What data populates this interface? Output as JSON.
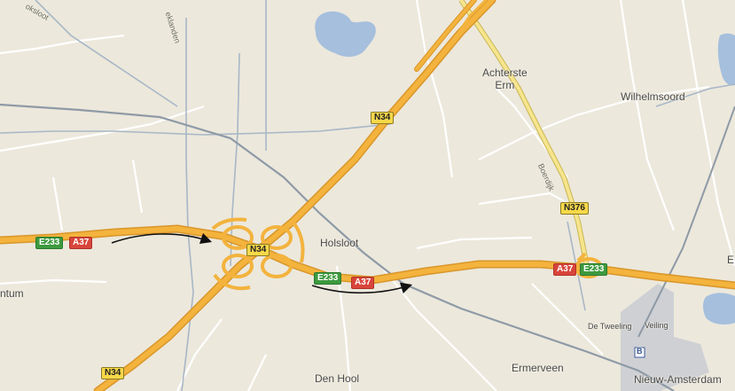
{
  "colors": {
    "land": "#ece8dc",
    "water": "#a5bfdd",
    "motorway": "#f3b33d",
    "motorway_casing": "#d9962a",
    "regional_road": "#f6e58d",
    "minor_road": "#ffffff",
    "railway": "#8e9aa6",
    "built_up": "#cfd0d4",
    "arrow": "#111111"
  },
  "places": [
    {
      "id": "achterste-erm",
      "text": "Achterste\nErm"
    },
    {
      "id": "wilhelmsoord",
      "text": "Wilhelmsoord"
    },
    {
      "id": "holsloot",
      "text": "Holsloot"
    },
    {
      "id": "den-hool",
      "text": "Den Hool"
    },
    {
      "id": "ermerveen",
      "text": "Ermerveen"
    },
    {
      "id": "nieuw-amsterdam",
      "text": "Nieuw-Amsterdam"
    },
    {
      "id": "de-tweeling",
      "text": "De Tweeling"
    },
    {
      "id": "veiling",
      "text": "Veiling"
    },
    {
      "id": "tum",
      "text": "ntum"
    },
    {
      "id": "edge-e",
      "text": "E"
    }
  ],
  "road_names": {
    "boerdijk": "Boerdijk",
    "klanden": "eklanden",
    "oksloot": "oksloot"
  },
  "shields": {
    "e233_west": "E233",
    "a37_west": "A37",
    "n34_junction": "N34",
    "n34_north": "N34",
    "n34_south": "N34",
    "e233_mid": "E233",
    "a37_mid": "A37",
    "n376": "N376",
    "a37_east": "A37",
    "e233_east": "E233"
  },
  "icons": {
    "transit_stop": "B"
  }
}
